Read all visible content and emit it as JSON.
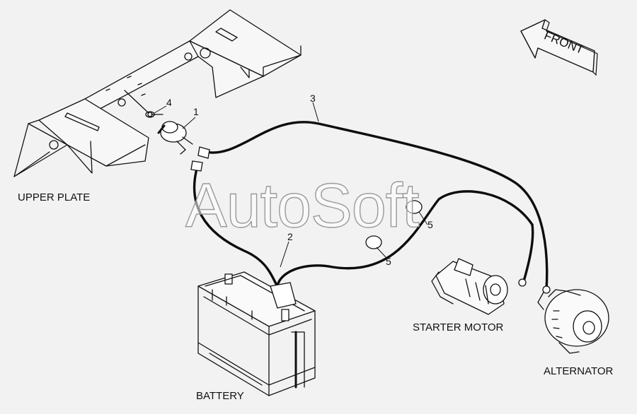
{
  "labels": {
    "upper_plate": "UPPER PLATE",
    "battery": "BATTERY",
    "starter_motor": "STARTER MOTOR",
    "alternator": "ALTERNATOR",
    "front": "FRONT"
  },
  "callouts": {
    "part_1": "1",
    "part_2": "2",
    "part_3": "3",
    "part_4": "4",
    "part_5a": "5",
    "part_5b": "5"
  },
  "watermark": "AutoSoft",
  "colors": {
    "background": "#f2f2f2",
    "line": "#111111",
    "wire": "#0d0d0d",
    "watermark_outline": "#9a9a9a"
  }
}
